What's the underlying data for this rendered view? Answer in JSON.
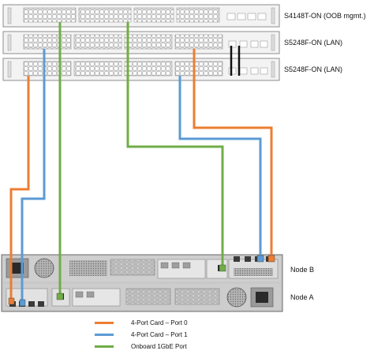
{
  "switches": [
    {
      "label": "S4148T-ON (OOB mgmt.)"
    },
    {
      "label": "S5248F-ON (LAN)"
    },
    {
      "label": "S5248F-ON (LAN)"
    }
  ],
  "nodes": [
    {
      "label": "Node B"
    },
    {
      "label": "Node A"
    }
  ],
  "legend": [
    {
      "label": "4-Port Card – Port 0",
      "color": "#ed7d31"
    },
    {
      "label": "4-Port Card – Port 1",
      "color": "#5b9bd5"
    },
    {
      "label": "Onboard 1GbE Port",
      "color": "#70ad47"
    }
  ]
}
